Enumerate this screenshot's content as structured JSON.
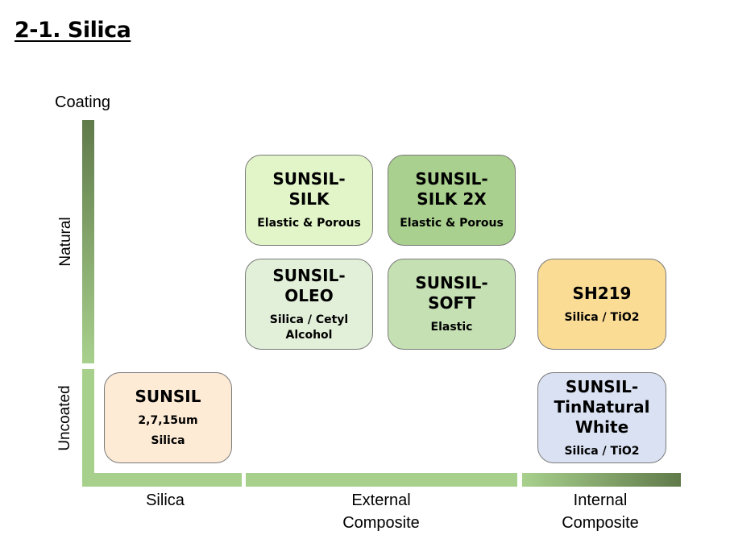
{
  "title": "2-1. Silica",
  "y_axis": {
    "title": "Coating",
    "levels": [
      "Natural",
      "Uncoated"
    ]
  },
  "x_axis": {
    "levels": [
      {
        "line1": "Silica",
        "line2": ""
      },
      {
        "line1": "External",
        "line2": "Composite"
      },
      {
        "line1": "Internal",
        "line2": "Composite"
      }
    ]
  },
  "colors": {
    "axis_light": "#a8d08d",
    "axis_dark": "#607a4a"
  },
  "products": [
    {
      "name_line1": "SUNSIL-",
      "name_line2": "SILK",
      "desc": "Elastic & Porous",
      "coating": "Natural",
      "type": "External Composite",
      "color": "#e2f5c9"
    },
    {
      "name_line1": "SUNSIL-",
      "name_line2": "SILK 2X",
      "desc": "Elastic & Porous",
      "coating": "Natural",
      "type": "External Composite",
      "color": "#a9d08e"
    },
    {
      "name_line1": "SUNSIL-",
      "name_line2": "OLEO",
      "desc": "Silica / Cetyl",
      "desc_line2": "Alcohol",
      "coating": "Natural",
      "type": "External Composite",
      "color": "#e2efd9"
    },
    {
      "name_line1": "SUNSIL-",
      "name_line2": "SOFT",
      "desc": "Elastic",
      "coating": "Natural",
      "type": "External Composite",
      "color": "#c5e0b3"
    },
    {
      "name_line1": "SH219",
      "desc": "Silica / TiO2",
      "coating": "Natural",
      "type": "Internal Composite",
      "color": "#fbdc95"
    },
    {
      "name_line1": "SUNSIL",
      "desc": "2,7,15um",
      "desc_line2": "Silica",
      "coating": "Uncoated",
      "type": "Silica",
      "color": "#fdebd6"
    },
    {
      "name_line1": "SUNSIL-",
      "name_line2": "TinNatural",
      "name_line3": "White",
      "desc": "Silica / TiO2",
      "coating": "Uncoated",
      "type": "Internal Composite",
      "color": "#d9e1f2"
    }
  ]
}
